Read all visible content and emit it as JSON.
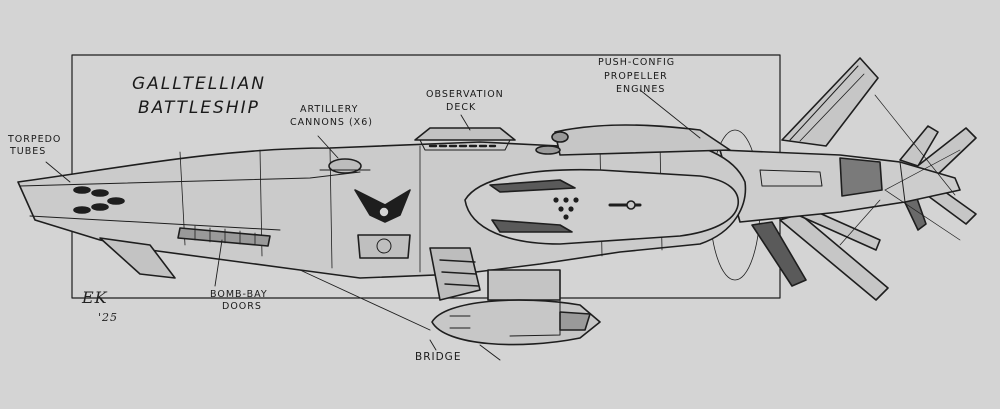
{
  "title": {
    "line1": "GALLTELLIAN",
    "line2": "BATTLESHIP"
  },
  "labels": {
    "torpedo_1": "TORPEDO",
    "torpedo_2": "TUBES",
    "artillery_1": "ARTILLERY",
    "artillery_2": "CANNONS (x6)",
    "observation_1": "OBSERVATION",
    "observation_2": "DECK",
    "push_1": "PUSH-CONFIG",
    "push_2": "PROPELLER",
    "push_3": "ENGINES",
    "bomb_1": "BOMB-BAY",
    "bomb_2": "DOORS",
    "bridge": "BRIDGE"
  },
  "signature": {
    "initials": "EK",
    "year": "'25"
  },
  "colors": {
    "background": "#d4d4d4",
    "ink": "#1a1a1a",
    "hull": "#c9c9c9"
  }
}
